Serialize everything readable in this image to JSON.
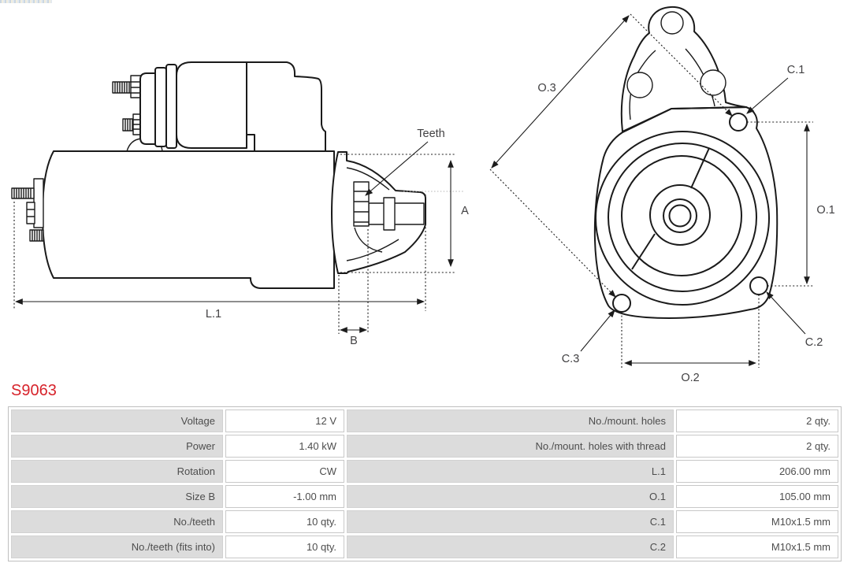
{
  "header": {
    "part_number": "S9063"
  },
  "diagram_side": {
    "labels": {
      "teeth": "Teeth",
      "a": "A",
      "b": "B",
      "l1": "L.1"
    }
  },
  "diagram_front": {
    "labels": {
      "o1": "O.1",
      "o2": "O.2",
      "o3": "O.3",
      "c1": "C.1",
      "c2": "C.2",
      "c3": "C.3"
    }
  },
  "spec_table": {
    "left_rows": [
      {
        "label": "Voltage",
        "value": "12 V"
      },
      {
        "label": "Power",
        "value": "1.40 kW"
      },
      {
        "label": "Rotation",
        "value": "CW"
      },
      {
        "label": "Size B",
        "value": "-1.00 mm"
      },
      {
        "label": "No./teeth",
        "value": "10 qty."
      },
      {
        "label": "No./teeth (fits into)",
        "value": "10 qty."
      }
    ],
    "right_rows": [
      {
        "label": "No./mount. holes",
        "value": "2 qty."
      },
      {
        "label": "No./mount. holes with thread",
        "value": "2 qty."
      },
      {
        "label": "L.1",
        "value": "206.00 mm"
      },
      {
        "label": "O.1",
        "value": "105.00 mm"
      },
      {
        "label": "C.1",
        "value": "M10x1.5 mm"
      },
      {
        "label": "C.2",
        "value": "M10x1.5 mm"
      }
    ]
  },
  "colors": {
    "accent_red": "#d7232b",
    "drawing_line": "#1a1a1a",
    "dim_label_gray": "#414042",
    "cell_label_bg": "#dcdcdc",
    "table_border": "#bfbfbf"
  }
}
